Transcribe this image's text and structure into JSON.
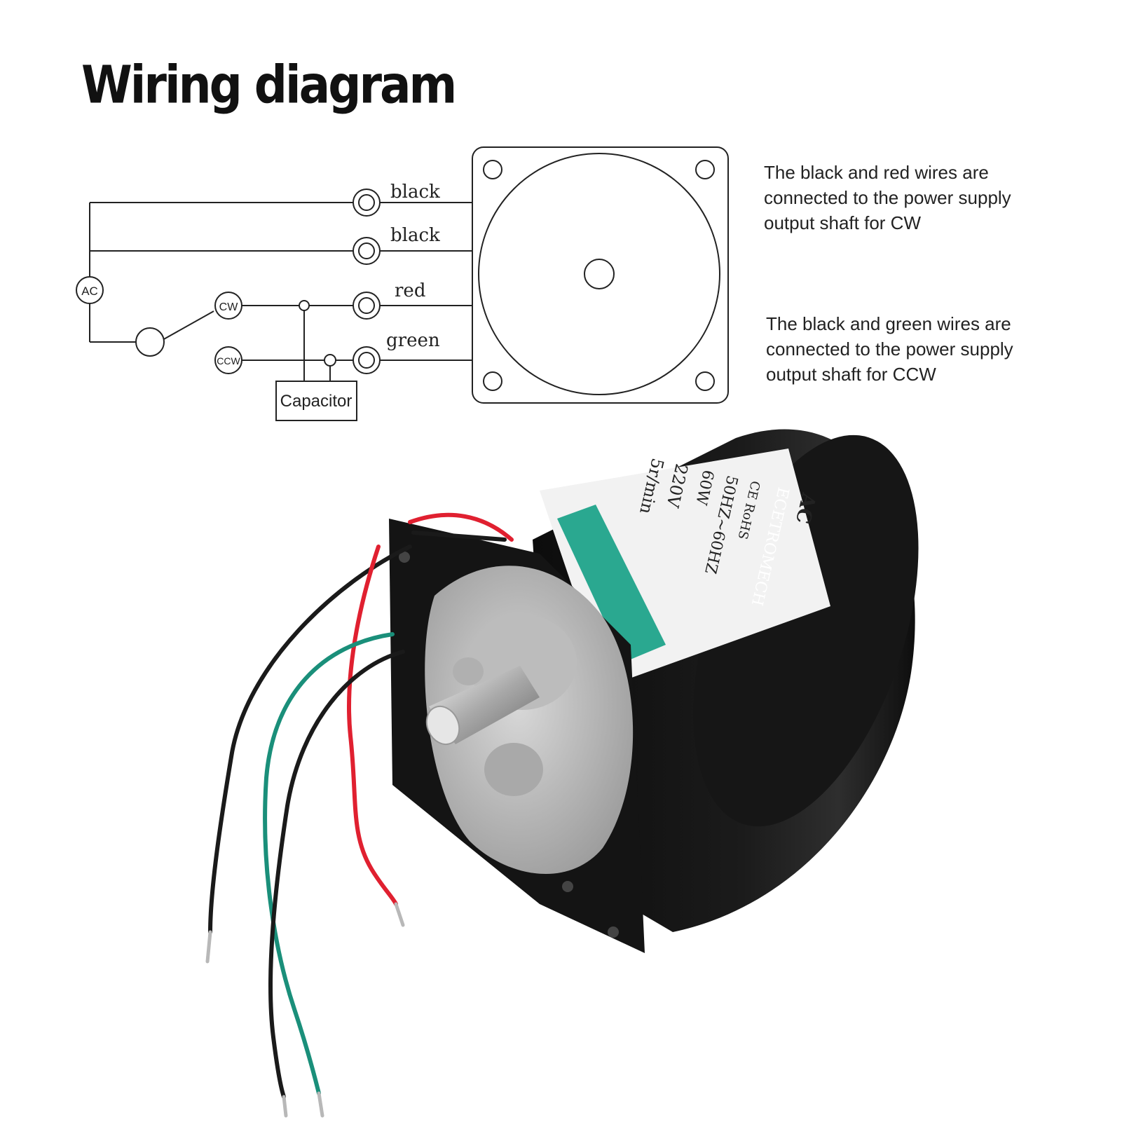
{
  "title": "Wiring diagram",
  "wires": {
    "black1": "black",
    "black2": "black",
    "red": "red",
    "green": "green"
  },
  "nodes": {
    "ac": "AC",
    "cw": "CW",
    "ccw": "CCW",
    "capacitor": "Capacitor"
  },
  "notes": {
    "cw": [
      "The black and red wires are",
      "connected to the power supply",
      "output shaft for CW"
    ],
    "ccw": [
      "The black and green wires are",
      "connected to the power supply",
      "output shaft for CCW"
    ]
  },
  "motor_label": {
    "brand": "ECETROMECH",
    "model": "AC",
    "voltage": "220V",
    "frequency": "50HZ~60HZ",
    "power": "60W",
    "speed": "5r/min",
    "cert": "CE RoHS"
  },
  "colors": {
    "wire_black": "#1a1a1a",
    "wire_red": "#e02030",
    "wire_green": "#1a8f7a",
    "motor_body": "#111111",
    "label_band": "#2aa890"
  }
}
